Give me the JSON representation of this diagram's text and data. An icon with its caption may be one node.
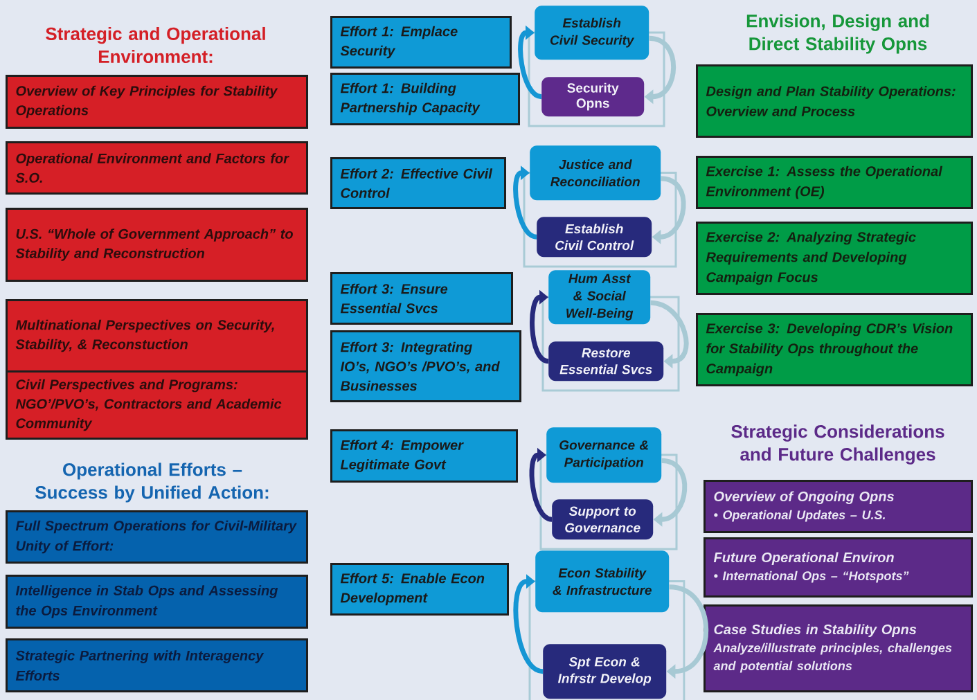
{
  "diagram": {
    "nodes": [
      {
        "text": [
          "Overview of Key Principles for Stability Operations"
        ]
      },
      {
        "text": [
          "Operational Environment and Factors for S.O."
        ]
      },
      {
        "text": [
          "U.S. “Whole of Government Approach” to Stability and Reconstruction"
        ]
      },
      {
        "text": [
          "Multinational Perspectives on Security, Stability, & Reconstuction"
        ]
      },
      {
        "text": [
          "Civil Perspectives and Programs: NGO’/PVO’s, Contractors and Academic Community"
        ]
      },
      {
        "text": [
          "Full Spectrum Operations for Civil-Military Unity of Effort:"
        ]
      },
      {
        "text": [
          "Intelligence in Stab Ops and Assessing the Ops Environment"
        ]
      },
      {
        "text": [
          "Strategic Partnering with Interagency Efforts"
        ]
      },
      {
        "text": [
          "Effort 1: Emplace Security"
        ]
      },
      {
        "text": [
          "Effort 1: Building Partnership Capacity"
        ]
      },
      {
        "text": [
          "Establish Civil Security"
        ]
      },
      {
        "text": [
          "Security Opns"
        ]
      },
      {
        "text": [
          "Effort 2: Effective Civil Control"
        ]
      },
      {
        "text": [
          "Justice and Reconciliation"
        ]
      },
      {
        "text": [
          "Establish Civil Control"
        ]
      },
      {
        "text": [
          "Effort 3: Ensure Essential Svcs"
        ]
      },
      {
        "text": [
          "Effort 3: Integrating IO’s, NGO’s /PVO’s, and Businesses"
        ]
      },
      {
        "text": [
          "Hum Asst & Social Well-Being"
        ]
      },
      {
        "text": [
          "Restore Essential Svcs"
        ]
      },
      {
        "text": [
          "Effort 4: Empower Legitimate Govt"
        ]
      },
      {
        "text": [
          "Governance & Participation"
        ]
      },
      {
        "text": [
          "Support to Governance"
        ]
      },
      {
        "text": [
          "Effort 5: Enable Econ Development"
        ]
      },
      {
        "text": [
          "Econ Stability & Infrastructure"
        ]
      },
      {
        "text": [
          "Spt Econ & Infrstr Develop"
        ]
      },
      {
        "text": [
          "Design and Plan Stability Operations: Overview and Process"
        ]
      },
      {
        "text": [
          "Exercise 1: Assess the Operational Environment (OE)"
        ]
      },
      {
        "text": [
          "Exercise 2: Analyzing Strategic Requirements and Developing Campaign Focus"
        ]
      },
      {
        "text": [
          "Exercise 3: Developing CDR’s Vision for Stability Ops throughout the Campaign"
        ]
      },
      {
        "text": [
          "Overview of Ongoing Opns",
          "• Operational Updates – U.S."
        ]
      },
      {
        "text": [
          "Future Operational Environ",
          "• International Ops – “Hotspots”"
        ]
      },
      {
        "text": [
          "Case Studies in Stability Opns",
          "Analyze/illustrate principles, challenges and potential solutions"
        ]
      }
    ],
    "edges": [
      {
        "from": 10,
        "to": 11,
        "arrow": "to",
        "color": "#a7c9d4"
      },
      {
        "from": 11,
        "to": 10,
        "arrow": "to",
        "color": "#1596d4"
      },
      {
        "from": 13,
        "to": 14,
        "arrow": "to",
        "color": "#a7c9d4"
      },
      {
        "from": 14,
        "to": 13,
        "arrow": "to",
        "color": "#1596d4"
      },
      {
        "from": 17,
        "to": 18,
        "arrow": "to",
        "color": "#a7c9d4"
      },
      {
        "from": 18,
        "to": 17,
        "arrow": "to",
        "color": "#272a7c"
      },
      {
        "from": 20,
        "to": 21,
        "arrow": "to",
        "color": "#a7c9d4"
      },
      {
        "from": 21,
        "to": 20,
        "arrow": "to",
        "color": "#272a7c"
      },
      {
        "from": 23,
        "to": 24,
        "arrow": "to",
        "color": "#a7c9d4"
      },
      {
        "from": 24,
        "to": 23,
        "arrow": "to",
        "color": "#1596d4"
      }
    ],
    "labels": [
      "Strategic and Operational Environment:",
      "Envision, Design and Direct Stability Opns",
      "Strategic Considerations and Future Challenges",
      "Operational Efforts – Success by Unified Action:"
    ]
  }
}
